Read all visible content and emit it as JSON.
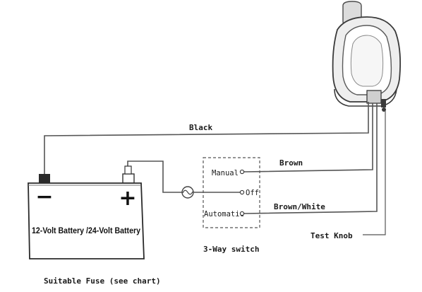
{
  "wires": {
    "black_label": "Black",
    "brown_label": "Brown",
    "brown_white_label": "Brown/White",
    "test_knob_label": "Test Knob"
  },
  "switch": {
    "manual_label": "Manual",
    "off_label": "Off",
    "automatic_label": "Automatic",
    "caption": "3-Way switch"
  },
  "battery": {
    "label": "12-Volt Battery /24-Volt Battery",
    "negative_symbol": "−",
    "positive_symbol": "+"
  },
  "fuse": {
    "caption": "Suitable Fuse (see chart)"
  }
}
